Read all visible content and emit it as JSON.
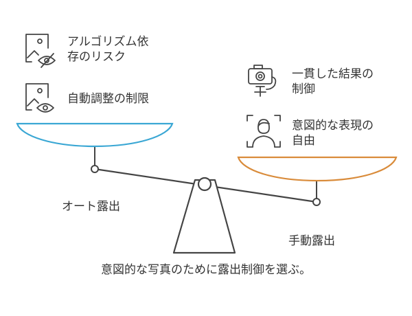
{
  "left_pan": {
    "items": [
      {
        "line1": "アルゴリズム依",
        "line2": "存のリスク",
        "icon": "photo-hidden-eye-icon"
      },
      {
        "line1": "自動調整の制限",
        "icon": "photo-eye-icon"
      }
    ],
    "label": "オート露出",
    "color": "#3aa7d4"
  },
  "right_pan": {
    "items": [
      {
        "line1": "一貫した結果の",
        "line2": "制御",
        "icon": "camera-tripod-icon"
      },
      {
        "line1": "意図的な表現の",
        "line2": "自由",
        "icon": "portrait-frame-icon"
      }
    ],
    "label": "手動露出",
    "color": "#d98b3a"
  },
  "caption": "意図的な写真のために露出制御を選ぶ。"
}
